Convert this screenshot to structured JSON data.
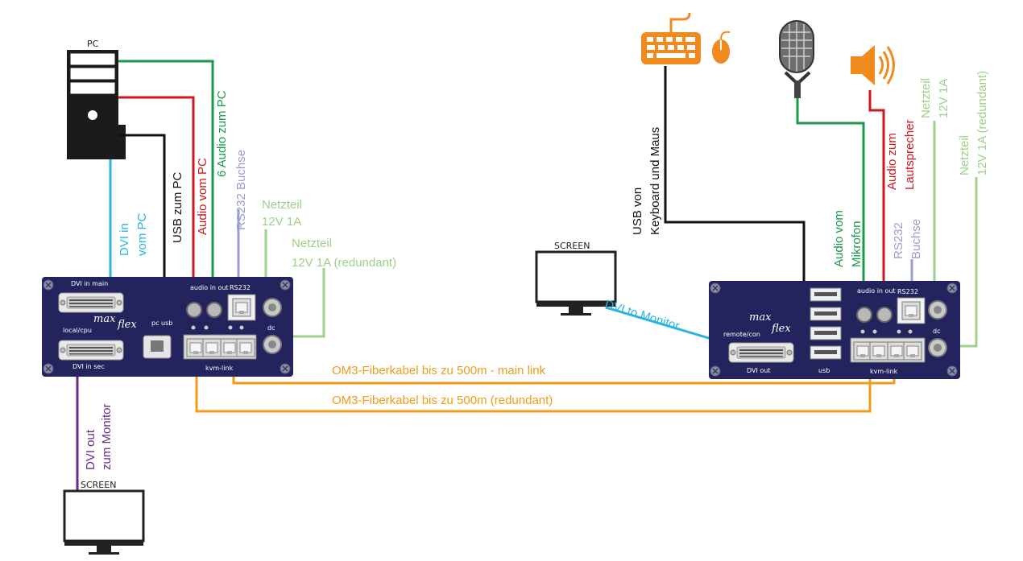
{
  "colors": {
    "green": "#1a9a4a",
    "red": "#d0151b",
    "black": "#111111",
    "cyan": "#2ab4e0",
    "lavender": "#9a9ccf",
    "palegreen": "#9dd08a",
    "purple": "#6b2a86",
    "orange": "#f29a1a",
    "navy": "#23245e",
    "icon_orange": "#f08a1c"
  },
  "pc": {
    "label": "PC"
  },
  "screens": {
    "left": "SCREEN",
    "middle": "SCREEN"
  },
  "local_unit": {
    "dvi_main": "DVI in main",
    "dvi_sec": "DVI in sec",
    "brand_max": "max",
    "brand_flex": "flex",
    "local_cpu": "local/cpu",
    "pc_usb": "pc usb",
    "audio_in_out": "audio in out",
    "rs232": "RS232",
    "dc": "dc",
    "kvm_link": "kvm-link"
  },
  "remote_unit": {
    "brand_max": "max",
    "brand_flex": "flex",
    "remote_con": "remote/con",
    "dvi_out": "DVI out",
    "usb": "usb",
    "audio_in_out": "audio in out",
    "rs232": "RS232",
    "dc": "dc",
    "kvm_link": "kvm-link"
  },
  "labels": {
    "dvi_in_1": "DVI in",
    "dvi_in_2": "vom PC",
    "usb_zum_pc": "USB zum PC",
    "audio_vom_pc": "Audio vom PC",
    "audio_zum_pc": "6 Audio zum PC",
    "rs232_buchse": "RS232 Buchse",
    "netzteil_1a": "Netzteil",
    "netzteil_1b": "12V 1A",
    "netzteil_2a": "Netzteil",
    "netzteil_2b": "12V 1A (redundant)",
    "dvi_out_1": "DVI out",
    "dvi_out_2": "zum Monitor",
    "fiber_main": "OM3-Fiberkabel bis zu 500m - main link",
    "fiber_red": "OM3-Fiberkabel bis zu 500m (redundant)",
    "dvi_to_monitor": "DVI to Monitor",
    "usb_von_1": "USB von",
    "usb_von_2": "Keyboard und Maus",
    "audio_mik_1": "Audio vom",
    "audio_mik_2": "Mikrofon",
    "rs232_r_1": "RS232",
    "rs232_r_2": "Buchse",
    "audio_ls_1": "Audio zum",
    "audio_ls_2": "Lautsprecher",
    "netz_r1_1": "Netzteil",
    "netz_r1_2": "12V 1A",
    "netz_r2_1": "Netzteil",
    "netz_r2_2": "12V 1A (redundant)"
  }
}
